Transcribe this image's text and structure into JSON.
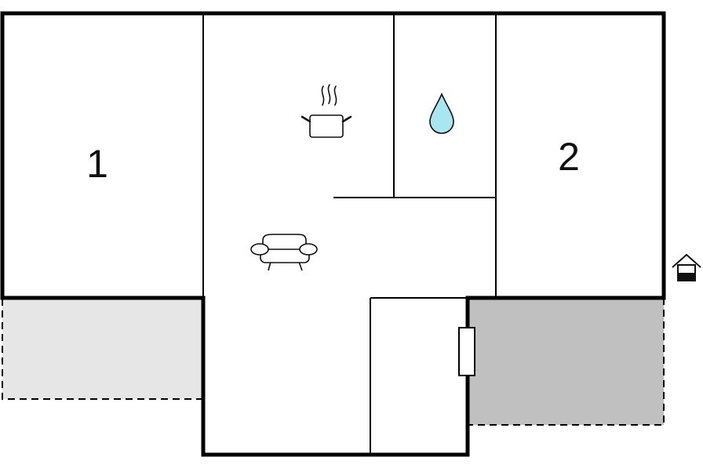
{
  "rooms": [
    {
      "label": "1",
      "type": "bedroom"
    },
    {
      "label": "2",
      "type": "bedroom"
    }
  ],
  "icons": [
    {
      "name": "kitchen-pot-icon"
    },
    {
      "name": "bathroom-water-drop-icon"
    },
    {
      "name": "living-room-sofa-icon"
    },
    {
      "name": "entrance-house-icon"
    }
  ],
  "colors": {
    "wall": "#000000",
    "terrace_left": "#e6e6e6",
    "terrace_right": "#c0c0c0",
    "water_drop": "#a8e6f0",
    "background": "#ffffff"
  }
}
